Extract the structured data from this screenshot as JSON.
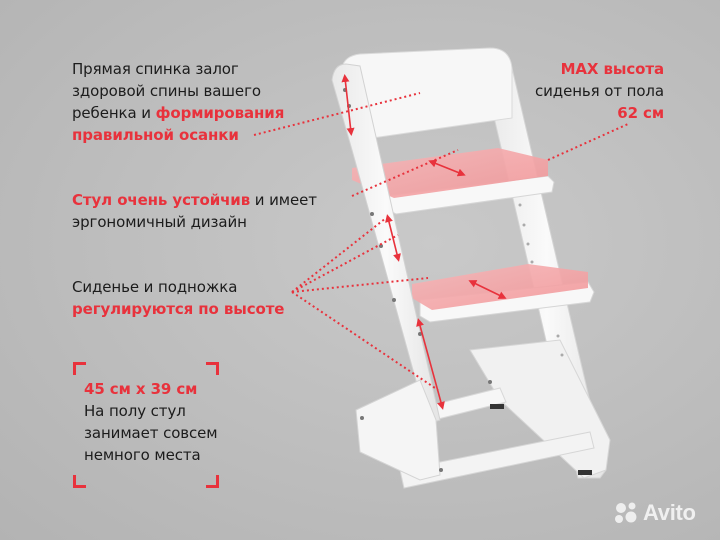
{
  "colors": {
    "accent_red": "#e8323c",
    "text_dark": "#1c1c1c",
    "background": "#bdbdbd",
    "chair_white": "#f4f4f4",
    "seat_pink": "#f4a3a6"
  },
  "callouts": {
    "backrest": {
      "line1": "Прямая спинка залог",
      "line2": "здоровой спины вашего",
      "line3_plain": "ребенка и ",
      "line3_red": "формирования",
      "line4_red": "правильной осанки"
    },
    "max_height": {
      "line1_red": "MAX высота",
      "line2": "сиденья от пола",
      "line3_red": "62 см"
    },
    "stability": {
      "line1_red": "Стул очень устойчив",
      "line1_plain": " и имеет",
      "line2": "эргономичный дизайн"
    },
    "adjustable": {
      "line1": "Сиденье и подножка",
      "line2_red": "регулируются по высоте"
    },
    "footprint": {
      "size_red": "45 см х 39 см",
      "line2": "На полу стул",
      "line3": "занимает совсем",
      "line4": "немного места"
    }
  },
  "watermark": {
    "icon": "avito-dots-icon",
    "text": "Avito"
  }
}
